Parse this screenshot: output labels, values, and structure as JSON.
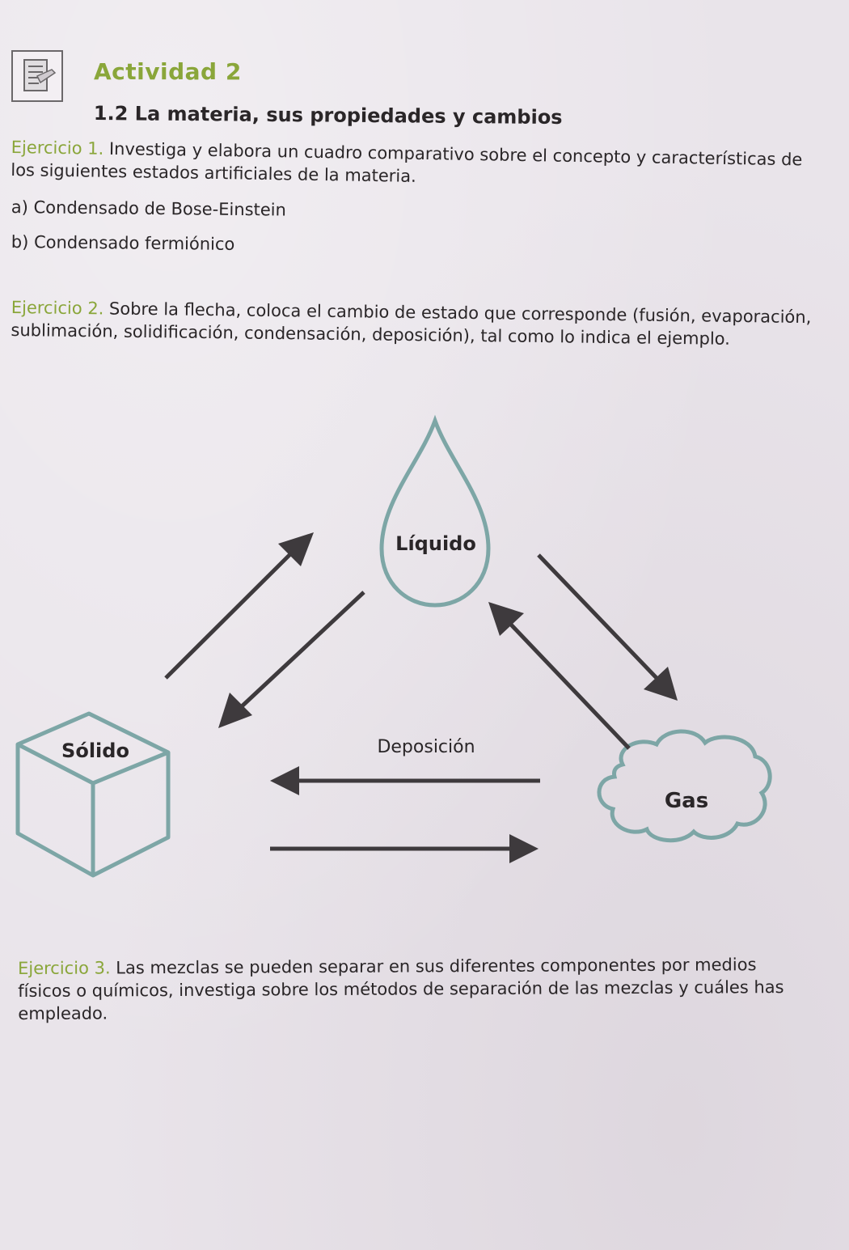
{
  "header": {
    "activity_title": "Actividad 2",
    "section_title": "1.2 La materia, sus propiedades y cambios"
  },
  "exercise1": {
    "label": "Ejercicio 1.",
    "text": " Investiga y elabora un cuadro comparativo sobre el concepto y características de los siguientes estados artificiales de la materia.",
    "item_a": "a) Condensado de Bose-Einstein",
    "item_b": "b) Condensado fermiónico"
  },
  "exercise2": {
    "label": "Ejercicio 2.",
    "text": " Sobre la flecha, coloca el cambio de estado que corresponde (fusión, evaporación, sublimación, solidificación, condensación, deposición), tal como lo indica el ejemplo."
  },
  "diagram": {
    "liquid_label": "Líquido",
    "solid_label": "Sólido",
    "gas_label": "Gas",
    "example_label": "Deposición",
    "shape_color": "#7da6a6",
    "arrow_color": "#3e3a3d"
  },
  "exercise3": {
    "label": "Ejercicio 3.",
    "text": " Las mezclas se pueden separar en sus diferentes componentes por medios físicos o químicos, investiga sobre los métodos de separación de las mezclas y cuáles has empleado."
  }
}
